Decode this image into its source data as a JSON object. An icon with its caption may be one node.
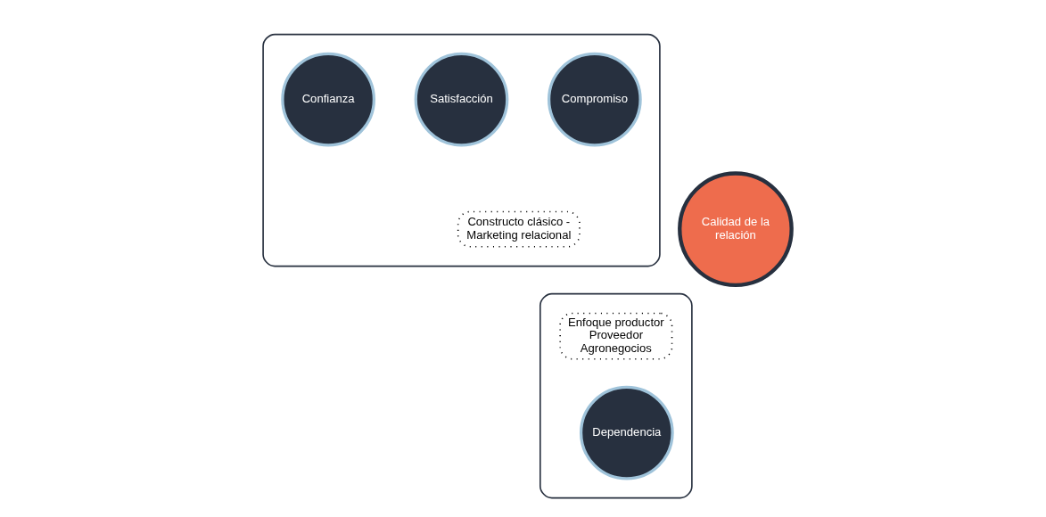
{
  "diagram": {
    "nodes": [
      {
        "text": [],
        "shape": "box"
      },
      {
        "text": [
          "Confianza"
        ],
        "in": 0
      },
      {
        "text": [
          "Compromiso"
        ],
        "in": 0
      },
      {
        "text": [
          "Satisfacción"
        ],
        "in": 0
      },
      {
        "text": [
          "Constructo clásico - Marketing relacional"
        ],
        "in": 0
      },
      {
        "text": [
          "Calidad de la relación"
        ]
      },
      {
        "text": [],
        "shape": "box"
      },
      {
        "text": [
          "Enfoque productor Proveedor Agronegocios"
        ],
        "in": 6
      },
      {
        "text": [
          "Dependencia"
        ],
        "in": 6
      }
    ],
    "edges": []
  }
}
